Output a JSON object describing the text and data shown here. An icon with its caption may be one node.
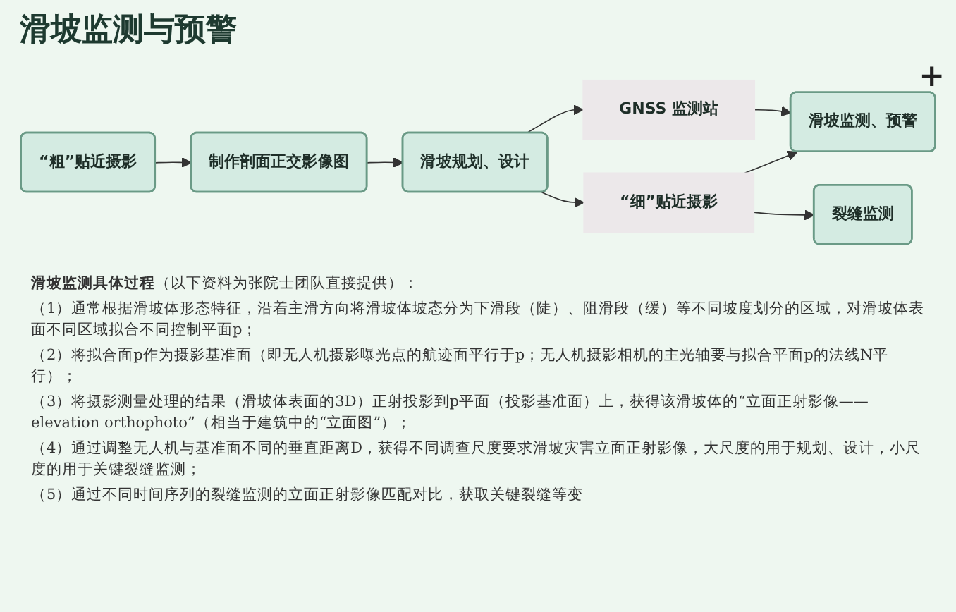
{
  "diagram": {
    "title": "滑坡监测与预警",
    "nodes": [
      {
        "text": [
          "“粗”贴近摄影"
        ]
      },
      {
        "text": [
          "制作剖面正交影像图"
        ]
      },
      {
        "text": [
          "滑坡规划、设计"
        ]
      },
      {
        "text": [
          "GNSS 监测站"
        ]
      },
      {
        "text": [
          "“细”贴近摄影"
        ]
      },
      {
        "text": [
          "滑坡监测、预警"
        ]
      },
      {
        "text": [
          "裂缝监测"
        ]
      }
    ],
    "edges": [
      {
        "from": 0,
        "to": 1,
        "arrow": "to"
      },
      {
        "from": 1,
        "to": 2,
        "arrow": "to"
      },
      {
        "from": 2,
        "to": 3,
        "arrow": "to"
      },
      {
        "from": 2,
        "to": 4,
        "arrow": "to"
      },
      {
        "from": 3,
        "to": 5,
        "arrow": "to"
      },
      {
        "from": 4,
        "to": 5,
        "arrow": "to"
      },
      {
        "from": 4,
        "to": 6,
        "arrow": "to"
      }
    ],
    "labels": [
      "+",
      "**滑坡监测具体过程**（以下资料为张院士团队直接提供）：",
      "（1）通常根据滑坡体形态特征，沿着主滑方向将滑坡体坡态分为下滑段（陡）、阻滑段（缓）等不同坡度划分的区域，对滑坡体表面不同区域拟合不同控制平面p；",
      "（2）将拟合面p作为摄影基准面（即无人机摄影曝光点的航迹面平行于p；无人机摄影相机的主光轴要与拟合平面p的法线N平行）；",
      "（3）将摄影测量处理的结果（滑坡体表面的3D）正射投影到p平面（投影基准面）上，获得该滑坡体的“立面正射影像—— elevation orthophoto”（相当于建筑中的“立面图”）；",
      "（4）通过调整无人机与基准面不同的垂直距离D，获得不同调查尺度要求滑坡灾害立面正射影像，大尺度的用于规划、设计，小尺度的用于关键裂缝监测；",
      "（5）通过不同时间序列的裂缝监测的立面正射影像匹配对比，获取关键裂缝等变"
    ]
  }
}
